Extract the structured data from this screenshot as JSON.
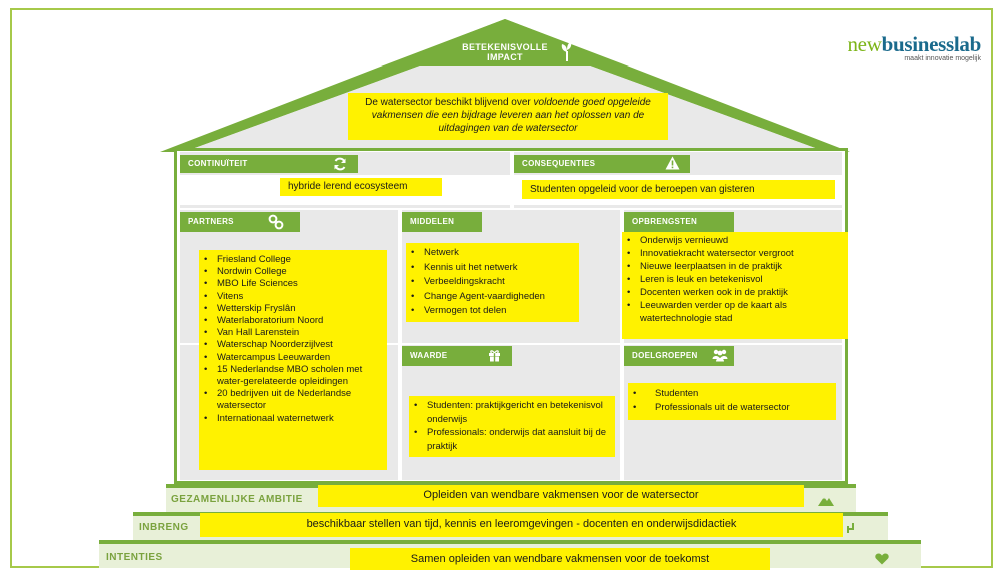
{
  "logo": {
    "brand_light": "new",
    "brand_bold": "businesslab",
    "tagline": "maakt innovatie mogelijk"
  },
  "roof": {
    "title_line1": "BETEKENISVOLLE",
    "title_line2": "IMPACT",
    "icon": "sprout-icon",
    "statement_intro": "De watersector beschikt blijvend over ",
    "statement_emphasis": "voldoende goed opgeleide vakmensen die een bijdrage leveren aan het oplossen van de uitdagingen van de watersector"
  },
  "continuiteit": {
    "label": "CONTINUÏTEIT",
    "icon": "refresh-icon",
    "text": "hybride lerend ecosysteem"
  },
  "consequenties": {
    "label": "CONSEQUENTIES",
    "icon": "warning-icon",
    "text": "Studenten opgeleid voor de beroepen van gisteren"
  },
  "partners": {
    "label": "PARTNERS",
    "icon": "link-icon",
    "items": [
      "Friesland College",
      "Nordwin College",
      "MBO Life Sciences",
      "Vitens",
      "Wetterskip Fryslân",
      "Waterlaboratorium Noord",
      "Van Hall Larenstein",
      "Waterschap Noorderzijlvest",
      "Watercampus Leeuwarden",
      "15 Nederlandse MBO scholen met water-gerelateerde opleidingen",
      "20 bedrijven uit de Nederlandse watersector",
      "Internationaal waternetwerk"
    ]
  },
  "middelen": {
    "label": "MIDDELEN",
    "items": [
      "Netwerk",
      "Kennis uit het netwerk",
      "Verbeeldingskracht",
      "Change Agent-vaardigheden",
      "Vermogen tot delen"
    ]
  },
  "opbrengsten": {
    "label": "OPBRENGSTEN",
    "items": [
      "Onderwijs vernieuwd",
      "Innovatiekracht watersector vergroot",
      "Nieuwe leerplaatsen in de praktijk",
      "Leren is leuk en betekenisvol",
      "Docenten werken ook in de praktijk",
      "Leeuwarden verder op de kaart als watertechnologie stad"
    ]
  },
  "waarde": {
    "label": "WAARDE",
    "icon": "gift-icon",
    "items": [
      "Studenten: praktijkgericht en betekenisvol onderwijs",
      "Professionals: onderwijs dat aansluit bij de praktijk"
    ]
  },
  "doelgroepen": {
    "label": "DOELGROEPEN",
    "icon": "people-icon",
    "items": [
      "Studenten",
      "Professionals uit de watersector"
    ]
  },
  "steps": {
    "gezamenlijke_ambitie": {
      "label": "GEZAMENLIJKE AMBITIE",
      "text": "Opleiden van wendbare vakmensen voor de watersector",
      "icon": "mountain-icon"
    },
    "inbreng": {
      "label": "INBRENG",
      "text": "beschikbaar stellen van tijd, kennis en leeromgevingen  - docenten en onderwijsdidactiek",
      "icon": "hand-icon"
    },
    "intenties": {
      "label": "INTENTIES",
      "text": "Samen opleiden van wendbare vakmensen voor de toekomst",
      "icon": "heart-icon"
    }
  },
  "colors": {
    "green": "#78ae3c",
    "highlight": "#fff200",
    "panel": "#e9e9e9",
    "step": "#e8f0d8"
  }
}
